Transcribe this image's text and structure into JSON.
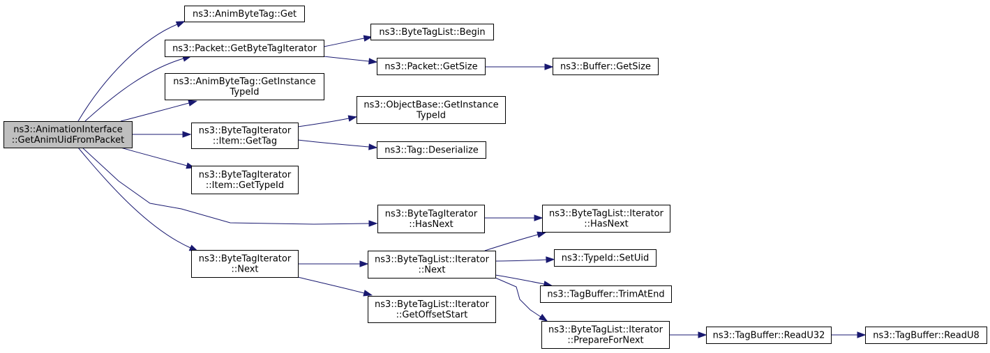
{
  "colors": {
    "edge": "#191970",
    "root_fill": "#bfbfbf",
    "node_fill": "#ffffff",
    "node_border": "#000000"
  },
  "nodes": [
    {
      "id": "root",
      "lines": [
        "ns3::AnimationInterface",
        "::GetAnimUidFromPacket"
      ],
      "root": true
    },
    {
      "id": "animbytetag-get",
      "lines": [
        "ns3::AnimByteTag::Get"
      ]
    },
    {
      "id": "packet-getbytetagiterator",
      "lines": [
        "ns3::Packet::GetByteTagIterator"
      ]
    },
    {
      "id": "animbytetag-getinstancetypeid",
      "lines": [
        "ns3::AnimByteTag::GetInstance",
        "TypeId"
      ]
    },
    {
      "id": "bytetagiterator-item-gettag",
      "lines": [
        "ns3::ByteTagIterator",
        "::Item::GetTag"
      ]
    },
    {
      "id": "bytetagiterator-item-gettypeid",
      "lines": [
        "ns3::ByteTagIterator",
        "::Item::GetTypeId"
      ]
    },
    {
      "id": "bytetagiterator-next",
      "lines": [
        "ns3::ByteTagIterator",
        "::Next"
      ]
    },
    {
      "id": "bytetaglist-begin",
      "lines": [
        "ns3::ByteTagList::Begin"
      ]
    },
    {
      "id": "packet-getsize",
      "lines": [
        "ns3::Packet::GetSize"
      ]
    },
    {
      "id": "objectbase-getinstancetypeid",
      "lines": [
        "ns3::ObjectBase::GetInstance",
        "TypeId"
      ]
    },
    {
      "id": "tag-deserialize",
      "lines": [
        "ns3::Tag::Deserialize"
      ]
    },
    {
      "id": "bytetagiterator-hasnext",
      "lines": [
        "ns3::ByteTagIterator",
        "::HasNext"
      ]
    },
    {
      "id": "bytetaglist-iterator-next",
      "lines": [
        "ns3::ByteTagList::Iterator",
        "::Next"
      ]
    },
    {
      "id": "bytetaglist-iterator-getoffsetstart",
      "lines": [
        "ns3::ByteTagList::Iterator",
        "::GetOffsetStart"
      ]
    },
    {
      "id": "buffer-getsize",
      "lines": [
        "ns3::Buffer::GetSize"
      ]
    },
    {
      "id": "bytetaglist-iterator-hasnext",
      "lines": [
        "ns3::ByteTagList::Iterator",
        "::HasNext"
      ]
    },
    {
      "id": "typeid-setuid",
      "lines": [
        "ns3::TypeId::SetUid"
      ]
    },
    {
      "id": "tagbuffer-trimatend",
      "lines": [
        "ns3::TagBuffer::TrimAtEnd"
      ]
    },
    {
      "id": "bytetaglist-iterator-prepareforNext",
      "lines": [
        "ns3::ByteTagList::Iterator",
        "::PrepareForNext"
      ]
    },
    {
      "id": "tagbuffer-readu32",
      "lines": [
        "ns3::TagBuffer::ReadU32"
      ]
    },
    {
      "id": "tagbuffer-readu8",
      "lines": [
        "ns3::TagBuffer::ReadU8"
      ]
    }
  ],
  "edges": [
    [
      "root",
      "animbytetag-get"
    ],
    [
      "root",
      "packet-getbytetagiterator"
    ],
    [
      "root",
      "animbytetag-getinstancetypeid"
    ],
    [
      "root",
      "bytetagiterator-item-gettag"
    ],
    [
      "root",
      "bytetagiterator-item-gettypeid"
    ],
    [
      "root",
      "bytetagiterator-hasnext"
    ],
    [
      "root",
      "bytetagiterator-next"
    ],
    [
      "packet-getbytetagiterator",
      "bytetaglist-begin"
    ],
    [
      "packet-getbytetagiterator",
      "packet-getsize"
    ],
    [
      "packet-getsize",
      "buffer-getsize"
    ],
    [
      "bytetagiterator-item-gettag",
      "objectbase-getinstancetypeid"
    ],
    [
      "bytetagiterator-item-gettag",
      "tag-deserialize"
    ],
    [
      "bytetagiterator-hasnext",
      "bytetaglist-iterator-hasnext"
    ],
    [
      "bytetagiterator-next",
      "bytetaglist-iterator-next"
    ],
    [
      "bytetagiterator-next",
      "bytetaglist-iterator-getoffsetstart"
    ],
    [
      "bytetaglist-iterator-next",
      "bytetaglist-iterator-hasnext"
    ],
    [
      "bytetaglist-iterator-next",
      "typeid-setuid"
    ],
    [
      "bytetaglist-iterator-next",
      "tagbuffer-trimatend"
    ],
    [
      "bytetaglist-iterator-next",
      "bytetaglist-iterator-prepareforNext"
    ],
    [
      "bytetaglist-iterator-prepareforNext",
      "tagbuffer-readu32"
    ],
    [
      "tagbuffer-readu32",
      "tagbuffer-readu8"
    ]
  ]
}
